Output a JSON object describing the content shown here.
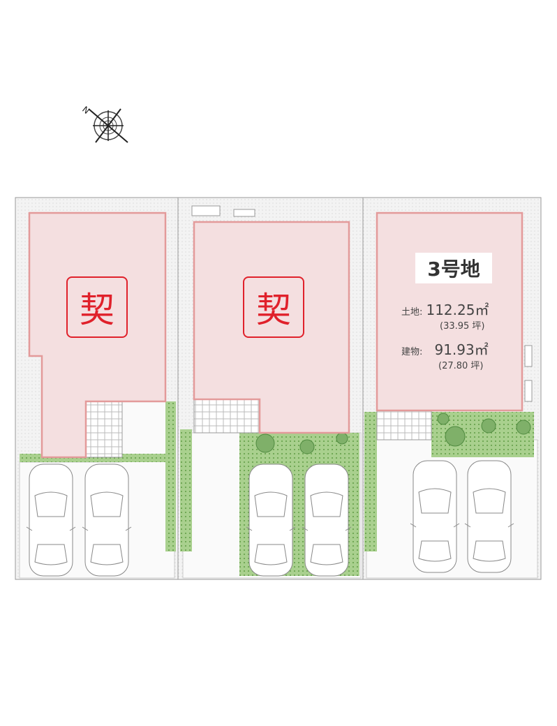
{
  "compass": {
    "label": "N"
  },
  "lots": [
    {
      "status": "契"
    },
    {
      "status": "契"
    },
    {
      "name": "3号地",
      "land_label": "土地:",
      "land_area": "112.25㎡",
      "land_tsubo": "(33.95 坪)",
      "building_label": "建物:",
      "building_area": "91.93㎡",
      "building_tsubo": "(27.80 坪)"
    }
  ],
  "colors": {
    "house": "#f4dfe0",
    "house_border": "#e39a9a",
    "grass": "#8cbf6e",
    "contract": "#e0212b"
  }
}
